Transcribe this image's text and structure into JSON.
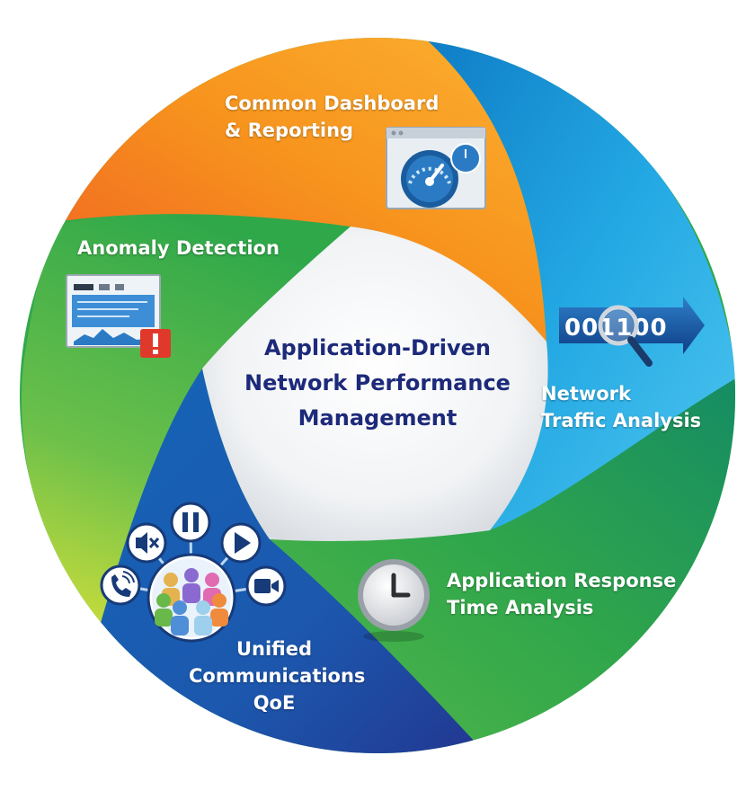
{
  "center": {
    "line1": "Application-Driven",
    "line2": "Network Performance",
    "line3": "Management"
  },
  "segments": {
    "dashboard": {
      "line1": "Common Dashboard",
      "line2": "& Reporting",
      "color": "#f39a1e",
      "icon": "dashboard-gauge-icon"
    },
    "anomaly": {
      "line1": "Anomaly Detection",
      "color": "#4cb748",
      "icon": "alert-window-icon"
    },
    "traffic": {
      "line1": "Network",
      "line2": "Traffic Analysis",
      "color": "#1aa9e0",
      "icon": "binary-magnifier-icon",
      "binary": "001100"
    },
    "response": {
      "line1": "Application Response",
      "line2": "Time Analysis",
      "color": "#3aa94a",
      "icon": "clock-icon"
    },
    "uc": {
      "line1": "Unified",
      "line2": "Communications",
      "line3": "QoE",
      "color": "#1e5fb0",
      "icon": "user-group-icon"
    }
  }
}
